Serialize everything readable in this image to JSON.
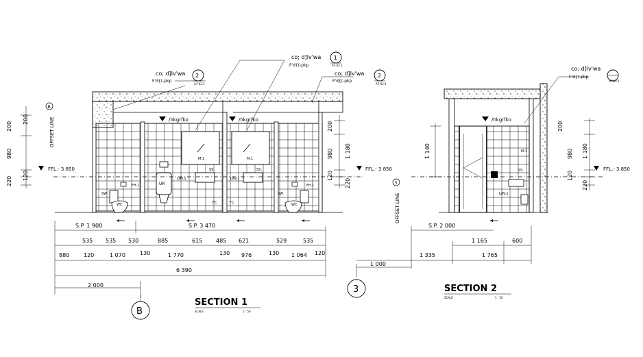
{
  "sections": [
    {
      "title": "SECTION   1",
      "scale_label": "SCALE",
      "scale_value": "1 : 50"
    },
    {
      "title": "SECTION   2",
      "scale_label": "SCALE",
      "scale_value": "1 : 50"
    }
  ],
  "grid_markers": [
    "B",
    "3"
  ],
  "callouts": {
    "c1": {
      "line1": "co; d]lv'wa",
      "line2": "F'd{(-pkp",
      "num": "1",
      "ref": "A7-02.1"
    },
    "c2": {
      "line1": "co; d]lv'wa",
      "line2": "F'd{(-pkp",
      "num": "2",
      "ref": "A7-02.1"
    },
    "c2b": {
      "line1": "co; d]lv'wa",
      "line2": "F'd{(-pkp",
      "num": "2",
      "ref": "A7-02.1"
    },
    "c3": {
      "line1": "co; d]lv'wa",
      "line2": "F'd{(-pkp",
      "ref": "A7-02.1"
    }
  },
  "levels": {
    "ffl_left": "FFL.- 3 850",
    "ffl_mid": "FFL.- 3 850",
    "ffl_right": "FFL.- 3 850",
    "offset_1": "OFFSET LINE",
    "offset_1_num": "B",
    "offset_2": "OFFSET LINE",
    "offset_2_num": "3"
  },
  "room_labels": {
    "hk1": "/hkgrfko",
    "hk2": "/hkgrfko",
    "hk3": "/hkgrfko"
  },
  "fixtures": {
    "m1a": "M.1",
    "m1b": "M.1",
    "m1c": "M.1",
    "ur": "UR",
    "ss1": "SS.",
    "ss2": "SS.",
    "ss3": "SS.",
    "lav1a": "LAV.1",
    "lav1b": "LAV.1",
    "lav1c": "LAV.1",
    "fh1a": "FH.1",
    "fh1b": "FH.1",
    "wc1": "WC.",
    "wc2": "WC.",
    "sw1": "SW",
    "sw2": "SW",
    "fc1": "FC.",
    "fc2": "FC."
  },
  "dims_s1": {
    "v_left_200": "200",
    "v_left_980": "980",
    "v_left_220": "220",
    "v_left_120": "120",
    "v_left_200b": "200",
    "v_right_200": "200",
    "v_right_1180": "1 180",
    "v_right_980": "980",
    "v_right_120": "120",
    "v_right_220": "220",
    "sp1": "S.P. 1 900",
    "sp2": "S.P. 3 470",
    "row1": [
      "535",
      "535",
      "530",
      "885",
      "615",
      "485",
      "621",
      "529",
      "535"
    ],
    "row2": [
      "880",
      "120",
      "1 070",
      "130",
      "1 770",
      "130",
      "976",
      "130",
      "1 064",
      "120"
    ],
    "total": "6 390",
    "offset": "2 000"
  },
  "dims_s2": {
    "v_left_1140": "1 140",
    "v_right_200": "200",
    "v_right_980": "980",
    "v_right_1180": "1 180",
    "v_right_120": "120",
    "v_right_220": "220",
    "sp": "S.P. 2 000",
    "row1": [
      "1 165",
      "600"
    ],
    "row2": [
      "1 335",
      "1 765"
    ],
    "offset": "1 000"
  }
}
